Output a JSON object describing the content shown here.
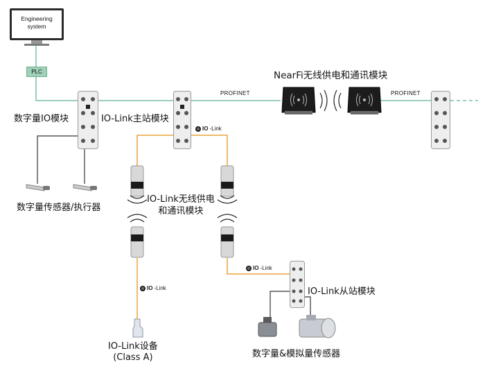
{
  "engineering_system": {
    "line1": "Engineering",
    "line2": "system"
  },
  "plc_label": "PLC",
  "profinet_label_1": "PROFINET",
  "profinet_label_2": "PROFINET",
  "nearfi_title": "NearFi无线供电和通讯模块",
  "digital_io_label": "数字量IO模块",
  "iolink_master_label": "IO-Link主站模块",
  "iolink_tag": {
    "io": "IO",
    "rest": "-Link"
  },
  "wireless_label": {
    "line1": "IO-Link无线供电",
    "line2": "和通讯模块"
  },
  "sensor_actuator_label": "数字量传感器/执行器",
  "iolink_slave_label": "IO-Link从站模块",
  "iolink_device_label": {
    "line1": "IO-Link设备",
    "line2": "(Class A)"
  },
  "digital_analog_sensor_label": "数字量&模拟量传感器",
  "colors": {
    "profinet_line": "#79c2a2",
    "iolink_line": "#e8a43a",
    "cable": "#333333"
  }
}
